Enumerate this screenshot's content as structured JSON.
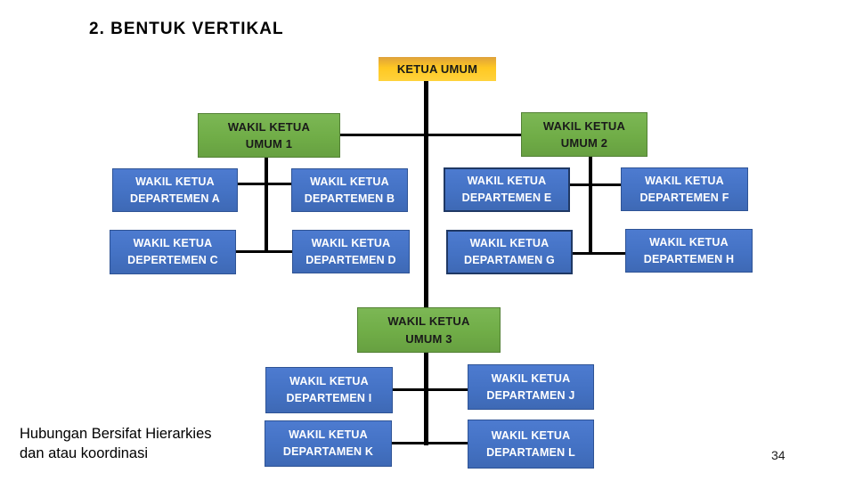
{
  "title": "2. BENTUK VERTIKAL",
  "note": {
    "line1": "Hubungan Bersifat Hierarkies",
    "line2": "dan atau koordinasi"
  },
  "page_number": "34",
  "colors": {
    "line": "#000000",
    "gold-top": "#DFA23C",
    "gold-fill": "#FFC822",
    "gold-bottom": "#FFD23C",
    "green-fill": "#70AD47",
    "green-border": "#538135",
    "blue-fill": "#4472C4",
    "blue-border": "#2E5395",
    "blue-border-strong": "#1F3864"
  },
  "org": {
    "root": {
      "label": "KETUA UMUM"
    },
    "umum": [
      {
        "l1": "WAKIL KETUA",
        "l2": "UMUM 1"
      },
      {
        "l1": "WAKIL KETUA",
        "l2": "UMUM 2"
      },
      {
        "l1": "WAKIL KETUA",
        "l2": "UMUM 3"
      }
    ],
    "depts": [
      {
        "l1": "WAKIL KETUA",
        "l2": "DEPARTEMEN A"
      },
      {
        "l1": "WAKIL KETUA",
        "l2": "DEPARTEMEN B"
      },
      {
        "l1": "WAKIL KETUA",
        "l2": "DEPERTEMEN C"
      },
      {
        "l1": "WAKIL KETUA",
        "l2": "DEPARTEMEN D"
      },
      {
        "l1": "WAKIL KETUA",
        "l2": "DEPARTEMEN E"
      },
      {
        "l1": "WAKIL KETUA",
        "l2": "DEPARTEMEN F"
      },
      {
        "l1": "WAKIL KETUA",
        "l2": "DEPARTAMEN G"
      },
      {
        "l1": "WAKIL KETUA",
        "l2": "DEPARTEMEN H"
      },
      {
        "l1": "WAKIL KETUA",
        "l2": "DEPARTEMEN I"
      },
      {
        "l1": "WAKIL KETUA",
        "l2": "DEPARTAMEN J"
      },
      {
        "l1": "WAKIL KETUA",
        "l2": "DEPARTAMEN K"
      },
      {
        "l1": "WAKIL KETUA",
        "l2": "DEPARTAMEN L"
      }
    ]
  }
}
